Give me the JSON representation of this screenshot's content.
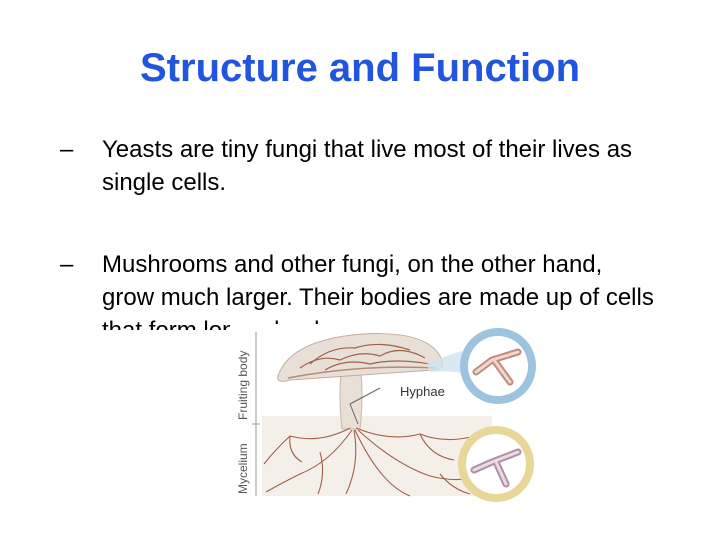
{
  "slide": {
    "title": "Structure and Function",
    "bullets": [
      {
        "marker": "–",
        "text": "Yeasts are tiny fungi that live most of their lives as single cells."
      },
      {
        "marker": "–",
        "text": "Mushrooms and other fungi, on the other hand, grow much larger. Their bodies are made up of cells that form long, slender"
      }
    ]
  },
  "figure": {
    "labels": {
      "fruiting_body": "Fruiting body",
      "mycelium": "Mycelium",
      "hyphae": "Hyphae"
    }
  },
  "colors": {
    "title": "#2255dd",
    "hyphae": "#a0604a",
    "top_circle": "#9ec3df",
    "bottom_circle": "#e9d79a"
  }
}
